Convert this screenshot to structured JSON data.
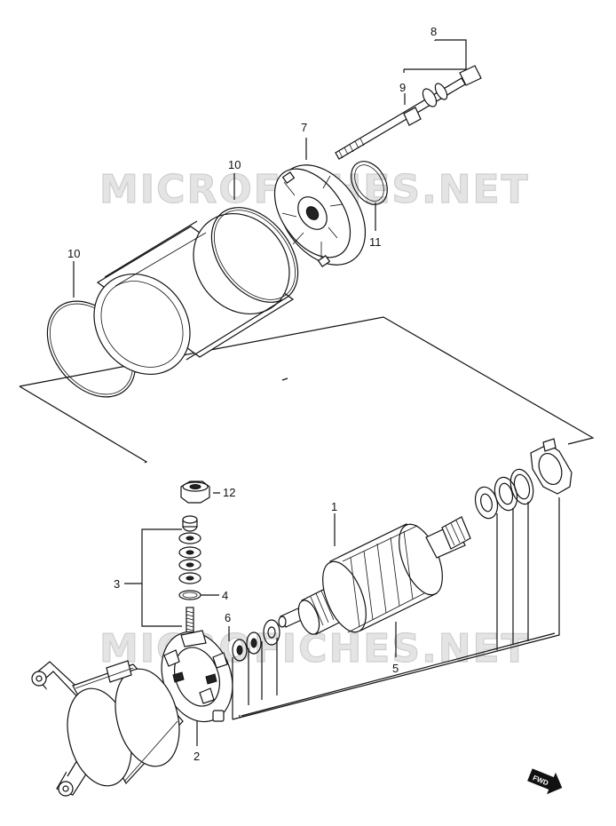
{
  "watermark": "MICROFICHES.NET",
  "fwd_label": "FWD",
  "callouts": {
    "c1": "1",
    "c2": "2",
    "c3": "3",
    "c4": "4",
    "c5": "5",
    "c6": "6",
    "c7": "7",
    "c8": "8",
    "c9": "9",
    "c10a": "10",
    "c10b": "10",
    "c11": "11",
    "c12": "12"
  }
}
